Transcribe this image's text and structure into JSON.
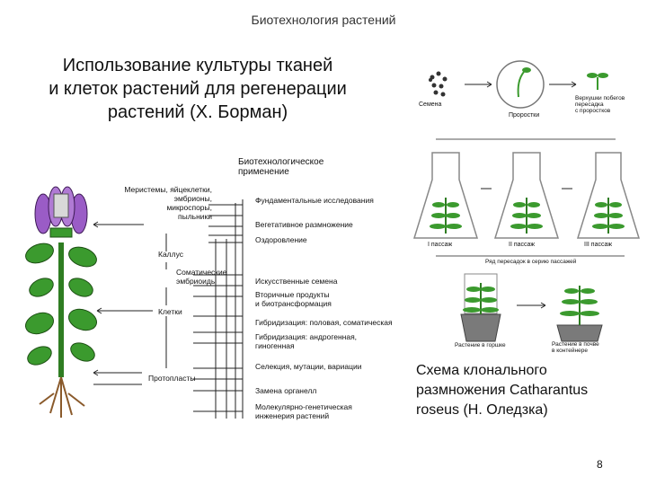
{
  "header": {
    "title": "Биотехнология растений"
  },
  "main_title": {
    "line1": "Использование культуры тканей",
    "line2": "и клеток растений для регенерации",
    "line3": "растений (Х. Борман)"
  },
  "left_diagram": {
    "heading": {
      "line1": "Биотехнологическое",
      "line2": "применение"
    },
    "sources": [
      {
        "line1": "Меристемы, яйцеклетки,",
        "line2": "эмбрионы,",
        "line3": "микроспоры,",
        "line4": "пыльники"
      },
      {
        "line1": "Каллус"
      },
      {
        "line1": "Соматические",
        "line2": "эмбриоиды"
      },
      {
        "line1": "Клетки"
      },
      {
        "line1": "Протопласты"
      }
    ],
    "applications": [
      {
        "line1": "Фундаментальные исследования"
      },
      {
        "line1": "Вегетативное размножение"
      },
      {
        "line1": "Оздоровление"
      },
      {
        "line1": "Искусственные семена"
      },
      {
        "line1": "Вторичные продукты",
        "line2": "и биотрансформация"
      },
      {
        "line1": "Гибридизация: половая, соматическая"
      },
      {
        "line1": "Гибридизация: андрогенная,",
        "line2": "гиногенная"
      },
      {
        "line1": "Селекция, мутации, вариации"
      },
      {
        "line1": "Замена органелл"
      },
      {
        "line1": "Молекулярно-генетическая",
        "line2": "инженерия растений"
      }
    ]
  },
  "right_diagram": {
    "seeds_label": "Семена",
    "sprouts_label": "Проростки",
    "topcut_label": {
      "line1": "Верхушки побегов",
      "line2": "пересадка",
      "line3": "с проростков"
    },
    "flask_labels": [
      "I пассаж",
      "II пассаж",
      "III пассаж"
    ],
    "transfer_label": "Ряд пересадок в серию пассажей",
    "pot_labels": [
      {
        "line1": "Растение в горшке"
      },
      {
        "line1": "Растение в почве",
        "line2": "в контейнере"
      }
    ],
    "caption": {
      "line1": "Схема клонального",
      "line2": "размножения  Catharantus",
      "line3": "roseus (Н. Оледзка)"
    }
  },
  "page_number": "8",
  "colors": {
    "flower": "#9a5cc6",
    "leaf": "#3b9a2e",
    "stem": "#2f7d22",
    "root": "#8a5a2b",
    "pot": "#7a7a7a"
  }
}
